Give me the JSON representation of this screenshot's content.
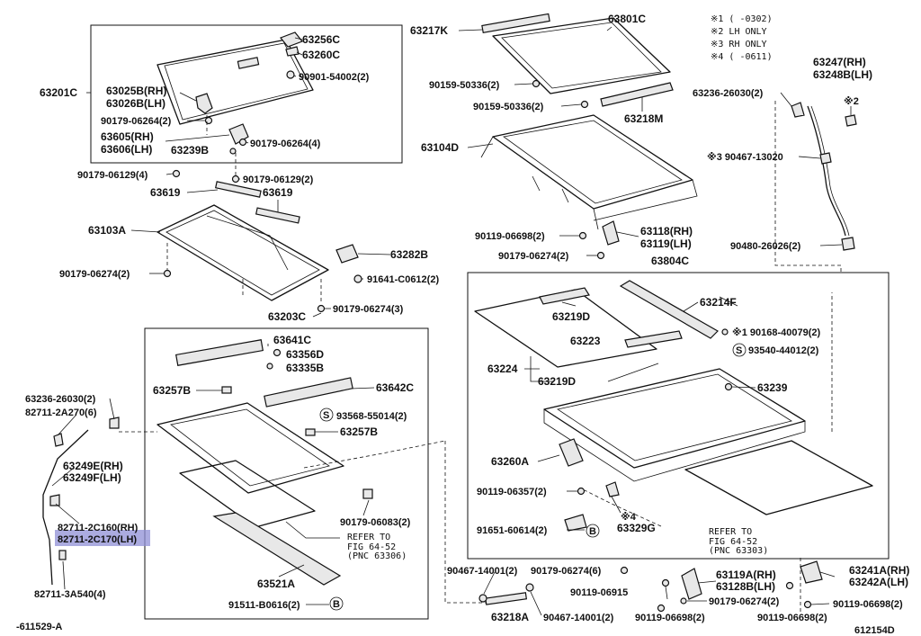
{
  "notes": {
    "n1": "※1 (     -0302)",
    "n2": "※2 LH ONLY",
    "n3": "※3 RH ONLY",
    "n4": "※4 (     -0611)"
  },
  "labels": {
    "p63201C": "63201C",
    "p63256C": "63256C",
    "p63260C": "63260C",
    "p90901": "90901-54002(2)",
    "p63025B": "63025B(RH)",
    "p63026B": "63026B(LH)",
    "p90179_a": "90179-06264(2)",
    "p63605": "63605(RH)",
    "p63606": "63606(LH)",
    "p63239B": "63239B",
    "p90179_b": "90179-06264(4)",
    "p90179_c": "90179-06129(4)",
    "p90179_d": "90179-06129(2)",
    "p63619a": "63619",
    "p63619b": "63619",
    "p63103A": "63103A",
    "p63282B": "63282B",
    "p90179_e": "90179-06274(2)",
    "p91641": "91641-C0612(2)",
    "p63203C": "63203C",
    "p90179_f": "90179-06274(3)",
    "p63217K": "63217K",
    "p63801C": "63801C",
    "p90159_a": "90159-50336(2)",
    "p90159_b": "90159-50336(2)",
    "p63218M": "63218M",
    "p63104D": "63104D",
    "p90119_a": "90119-06698(2)",
    "p63118": "63118(RH)",
    "p63119": "63119(LH)",
    "p90179_g": "90179-06274(2)",
    "p63804C": "63804C",
    "p63247": "63247(RH)",
    "p63248B": "63248B(LH)",
    "p63236_a": "63236-26030(2)",
    "p_x2": "※2",
    "p90467_a": "※3 90467-13020",
    "p90480": "90480-26026(2)",
    "p63214F": "63214F",
    "p63219D_a": "63219D",
    "p63223": "63223",
    "p90168": "※1 90168-40079(2)",
    "p93540": "93540-44012(2)",
    "p63224": "63224",
    "p63219D_b": "63219D",
    "p63239": "63239",
    "p63260A": "63260A",
    "p90119_b": "90119-06357(2)",
    "p91651": "91651-60614(2)",
    "p63329G": "63329G",
    "p_x4": "※4",
    "refer2_a": "REFER TO",
    "refer2_b": "FIG 64-52",
    "refer2_c": "(PNC 63303)",
    "p63641C": "63641C",
    "p63356D": "63356D",
    "p63335B": "63335B",
    "p63257B_a": "63257B",
    "p63642C": "63642C",
    "p93568": "93568-55014(2)",
    "p63257B_b": "63257B",
    "p90179_h": "90179-06083(2)",
    "refer1_a": "REFER TO",
    "refer1_b": "FIG 64-52",
    "refer1_c": "(PNC 63306)",
    "p63521A": "63521A",
    "p91511": "91511-B0616(2)",
    "p63236_b": "63236-26030(2)",
    "p82711_a": "82711-2A270(6)",
    "p63249E": "63249E(RH)",
    "p63249F": "63249F(LH)",
    "p82711_b": "82711-2C160(RH)",
    "p82711_c": "82711-2C170(LH)",
    "p82711_d": "82711-3A540(4)",
    "p90467_b": "90467-14001(2)",
    "p90179_i": "90179-06274(6)",
    "p90119_c": "90119-06915",
    "p63218A": "63218A",
    "p90467_c": "90467-14001(2)",
    "p90119_d": "90119-06698(2)",
    "p63119A": "63119A(RH)",
    "p63128B": "63128B(LH)",
    "p90179_j": "90179-06274(2)",
    "p63241A": "63241A(RH)",
    "p63242A": "63242A(LH)",
    "p90119_e": "90119-06698(2)",
    "p90119_f": "90119-06698(2)",
    "s_letter": "S",
    "b_letter": "B",
    "footer_left": "-611529-A",
    "footer_right": "612154D"
  }
}
